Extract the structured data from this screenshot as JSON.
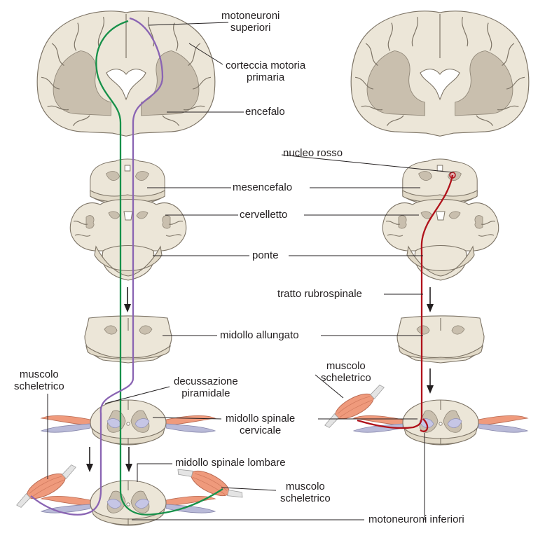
{
  "labels": {
    "motoneuroni_superiori": [
      "motoneuroni",
      "superiori"
    ],
    "corteccia_motoria": [
      "corteccia motoria",
      "primaria"
    ],
    "encefalo": "encefalo",
    "nucleo_rosso": "nucleo rosso",
    "mesencefalo": "mesencefalo",
    "cervelletto": "cervelletto",
    "ponte": "ponte",
    "tratto_rubrospinale": "tratto rubrospinale",
    "midollo_allungato": "midollo allungato",
    "muscolo_left": [
      "muscolo",
      "scheletrico"
    ],
    "decussazione": [
      "decussazione",
      "piramidale"
    ],
    "muscolo_right_upper": [
      "muscolo",
      "scheletrico"
    ],
    "midollo_cervicale": [
      "midollo spinale",
      "cervicale"
    ],
    "midollo_lombare": "midollo spinale lombare",
    "muscolo_lower": [
      "muscolo",
      "scheletrico"
    ],
    "motoneuroni_inferiori": "motoneuroni inferiori"
  },
  "colors": {
    "tissue": "#ece6d8",
    "grey_matter": "#c9bfae",
    "corticospinal_green": "#17914a",
    "corticospinal_purple": "#8a64b3",
    "rubrospinal_red": "#b0121b",
    "muscle": "#ef9a7c"
  }
}
